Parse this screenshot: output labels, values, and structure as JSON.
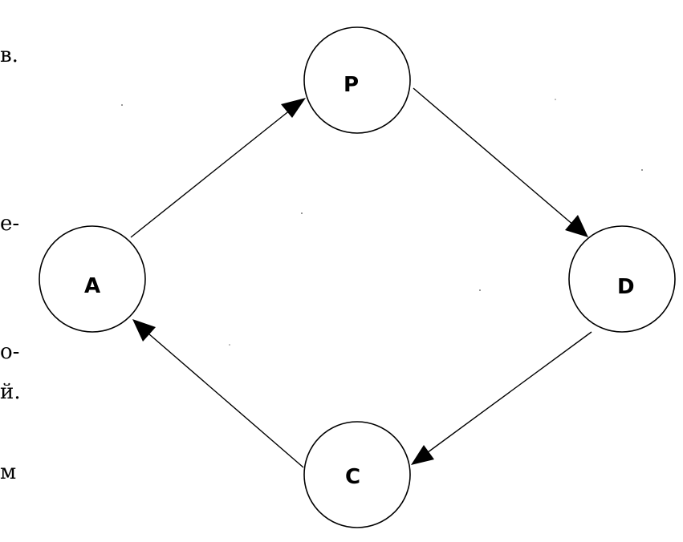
{
  "margin_fragments": [
    {
      "id": "frag-1",
      "text": "в."
    },
    {
      "id": "frag-2",
      "text": "е-"
    },
    {
      "id": "frag-3",
      "text": "о-"
    },
    {
      "id": "frag-4",
      "text": "й."
    },
    {
      "id": "frag-5",
      "text": "м"
    }
  ],
  "nodes": [
    {
      "id": "A",
      "label": "A"
    },
    {
      "id": "P",
      "label": "P"
    },
    {
      "id": "D",
      "label": "D"
    },
    {
      "id": "C",
      "label": "C"
    }
  ],
  "edges": [
    {
      "from": "A",
      "to": "P"
    },
    {
      "from": "P",
      "to": "D"
    },
    {
      "from": "D",
      "to": "C"
    },
    {
      "from": "C",
      "to": "A"
    }
  ],
  "colors": {
    "stroke": "#000000",
    "background": "#ffffff"
  }
}
